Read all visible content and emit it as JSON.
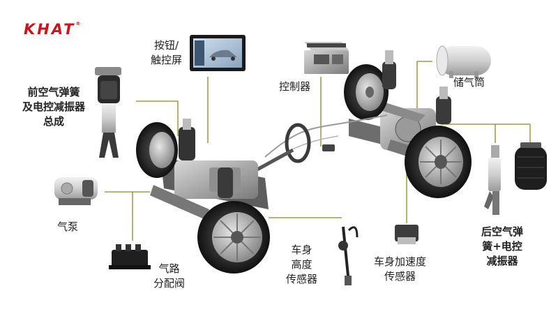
{
  "brand": {
    "logo_text": "KHAT",
    "reg_mark": "®",
    "color": "#d0121b"
  },
  "leader_color": "#8a8a22",
  "labels": {
    "buttons_touchscreen": [
      "按钮/",
      "触控屏"
    ],
    "controller": "控制器",
    "reservoir": "储气筒",
    "front_air_spring": [
      "前空气弹簧",
      "及电控减振器",
      "总成"
    ],
    "air_pump": "气泵",
    "valve_block": [
      "气路",
      "分配阀"
    ],
    "height_sensor": [
      "车身",
      "高度",
      "传感器"
    ],
    "acceleration_sensor": [
      "车身加速度",
      "传感器"
    ],
    "rear_air_spring": [
      "后空气弹",
      "簧+电控",
      "减振器"
    ]
  }
}
